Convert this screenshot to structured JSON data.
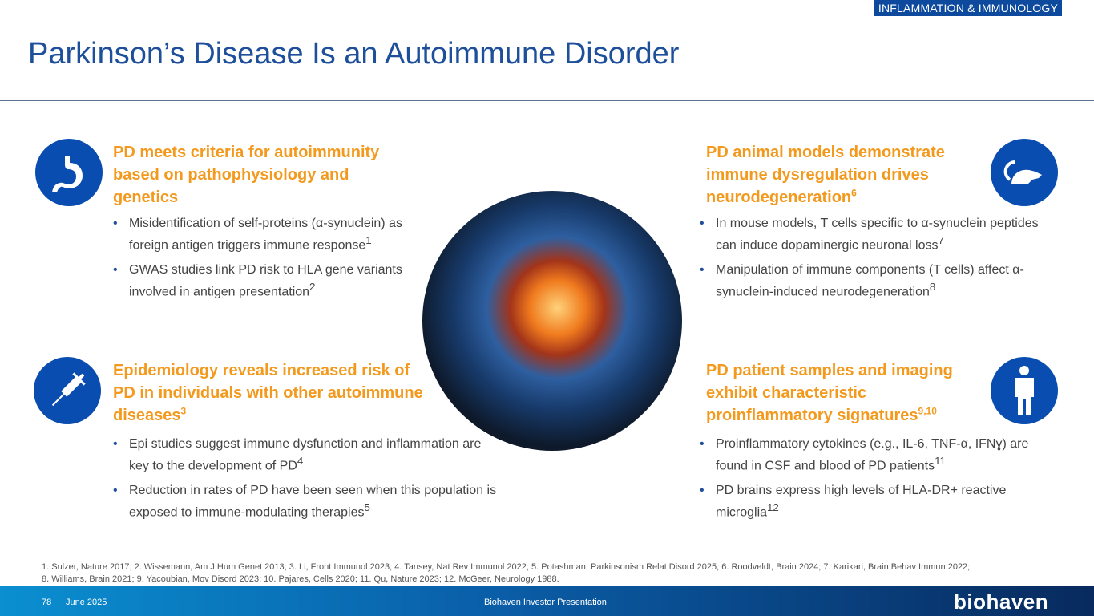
{
  "tag": "INFLAMMATION & IMMUNOLOGY",
  "title": "Parkinson’s Disease Is an Autoimmune Disorder",
  "q1": {
    "heading": "PD meets criteria for autoimmunity based on pathophysiology and genetics",
    "bullets": [
      {
        "text": "Misidentification of self-proteins (α-synuclein) as foreign antigen triggers immune response",
        "sup": "1"
      },
      {
        "text": "GWAS studies link PD risk to HLA gene variants involved in antigen presentation",
        "sup": "2"
      }
    ]
  },
  "q2": {
    "heading": "PD animal models demonstrate immune dysregulation drives neurodegeneration",
    "sup": "6",
    "bullets": [
      {
        "text": "In mouse models, T cells specific to α-synuclein peptides can induce dopaminergic neuronal loss",
        "sup": "7"
      },
      {
        "text": "Manipulation of immune components (T cells) affect α-synuclein-induced neurodegeneration",
        "sup": "8"
      }
    ]
  },
  "q3": {
    "heading": "Epidemiology reveals increased risk of PD in individuals with other autoimmune diseases",
    "sup": "3",
    "bullets": [
      {
        "text": "Epi studies suggest immune dysfunction and inflammation are key to the development of PD",
        "sup": "4"
      },
      {
        "text": "Reduction in rates of PD have been seen when this population is exposed to immune-modulating therapies",
        "sup": "5"
      }
    ]
  },
  "q4": {
    "heading": "PD patient samples and imaging exhibit characteristic proinflammatory signatures",
    "sup": "9,10",
    "bullets": [
      {
        "text": "Proinflammatory cytokines (e.g., IL-6, TNF-α, IFNɣ) are found in CSF and blood of PD patients",
        "sup": "11"
      },
      {
        "text": "PD brains express high levels of HLA-DR+ reactive microglia",
        "sup": "12"
      }
    ]
  },
  "notes": [
    "1. Sulzer, Nature 2017; 2. Wissemann, Am J Hum Genet 2013; 3. Li, Front Immunol 2023; 4. Tansey, Nat Rev Immunol 2022; 5. Potashman, Parkinsonism Relat Disord 2025; 6. Roodveldt, Brain 2024; 7. Karikari, Brain Behav Immun 2022;",
    "8. Williams, Brain 2021; 9. Yacoubian, Mov Disord 2023; 10. Pajares, Cells 2020; 11. Qu, Nature 2023; 12. McGeer, Neurology 1988."
  ],
  "footer": {
    "page": "78",
    "date": "June 2025",
    "center": "Biohaven Investor Presentation",
    "logo": "biohaven"
  },
  "colors": {
    "title": "#1d4f9a",
    "accent": "#f39a1e",
    "icon": "#0a4db0"
  }
}
